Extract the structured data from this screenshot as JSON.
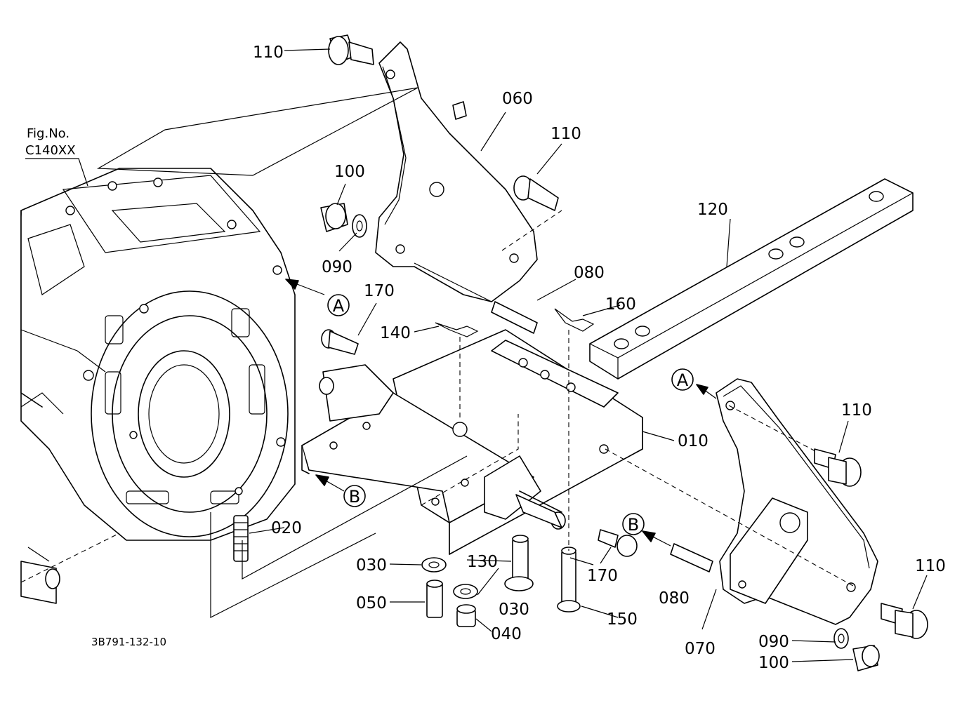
{
  "figure_ref": {
    "line1": "Fig.No.",
    "line2": "C140XX"
  },
  "drawing_number": "3B791-132-10",
  "ref_markers": {
    "a": "A",
    "b": "B"
  },
  "callouts": {
    "c110_top": "110",
    "c110_mid": "110",
    "c110_right_upper": "110",
    "c110_right_lower": "110",
    "c060": "060",
    "c100_left": "100",
    "c090_left": "090",
    "c120": "120",
    "c080_upper": "080",
    "c080_lower": "080",
    "c170_upper": "170",
    "c170_lower": "170",
    "c160": "160",
    "c140": "140",
    "c010": "010",
    "c020": "020",
    "c030_left": "030",
    "c030_right": "030",
    "c050": "050",
    "c040": "040",
    "c130": "130",
    "c150": "150",
    "c070": "070",
    "c090_right": "090",
    "c100_right": "100"
  }
}
